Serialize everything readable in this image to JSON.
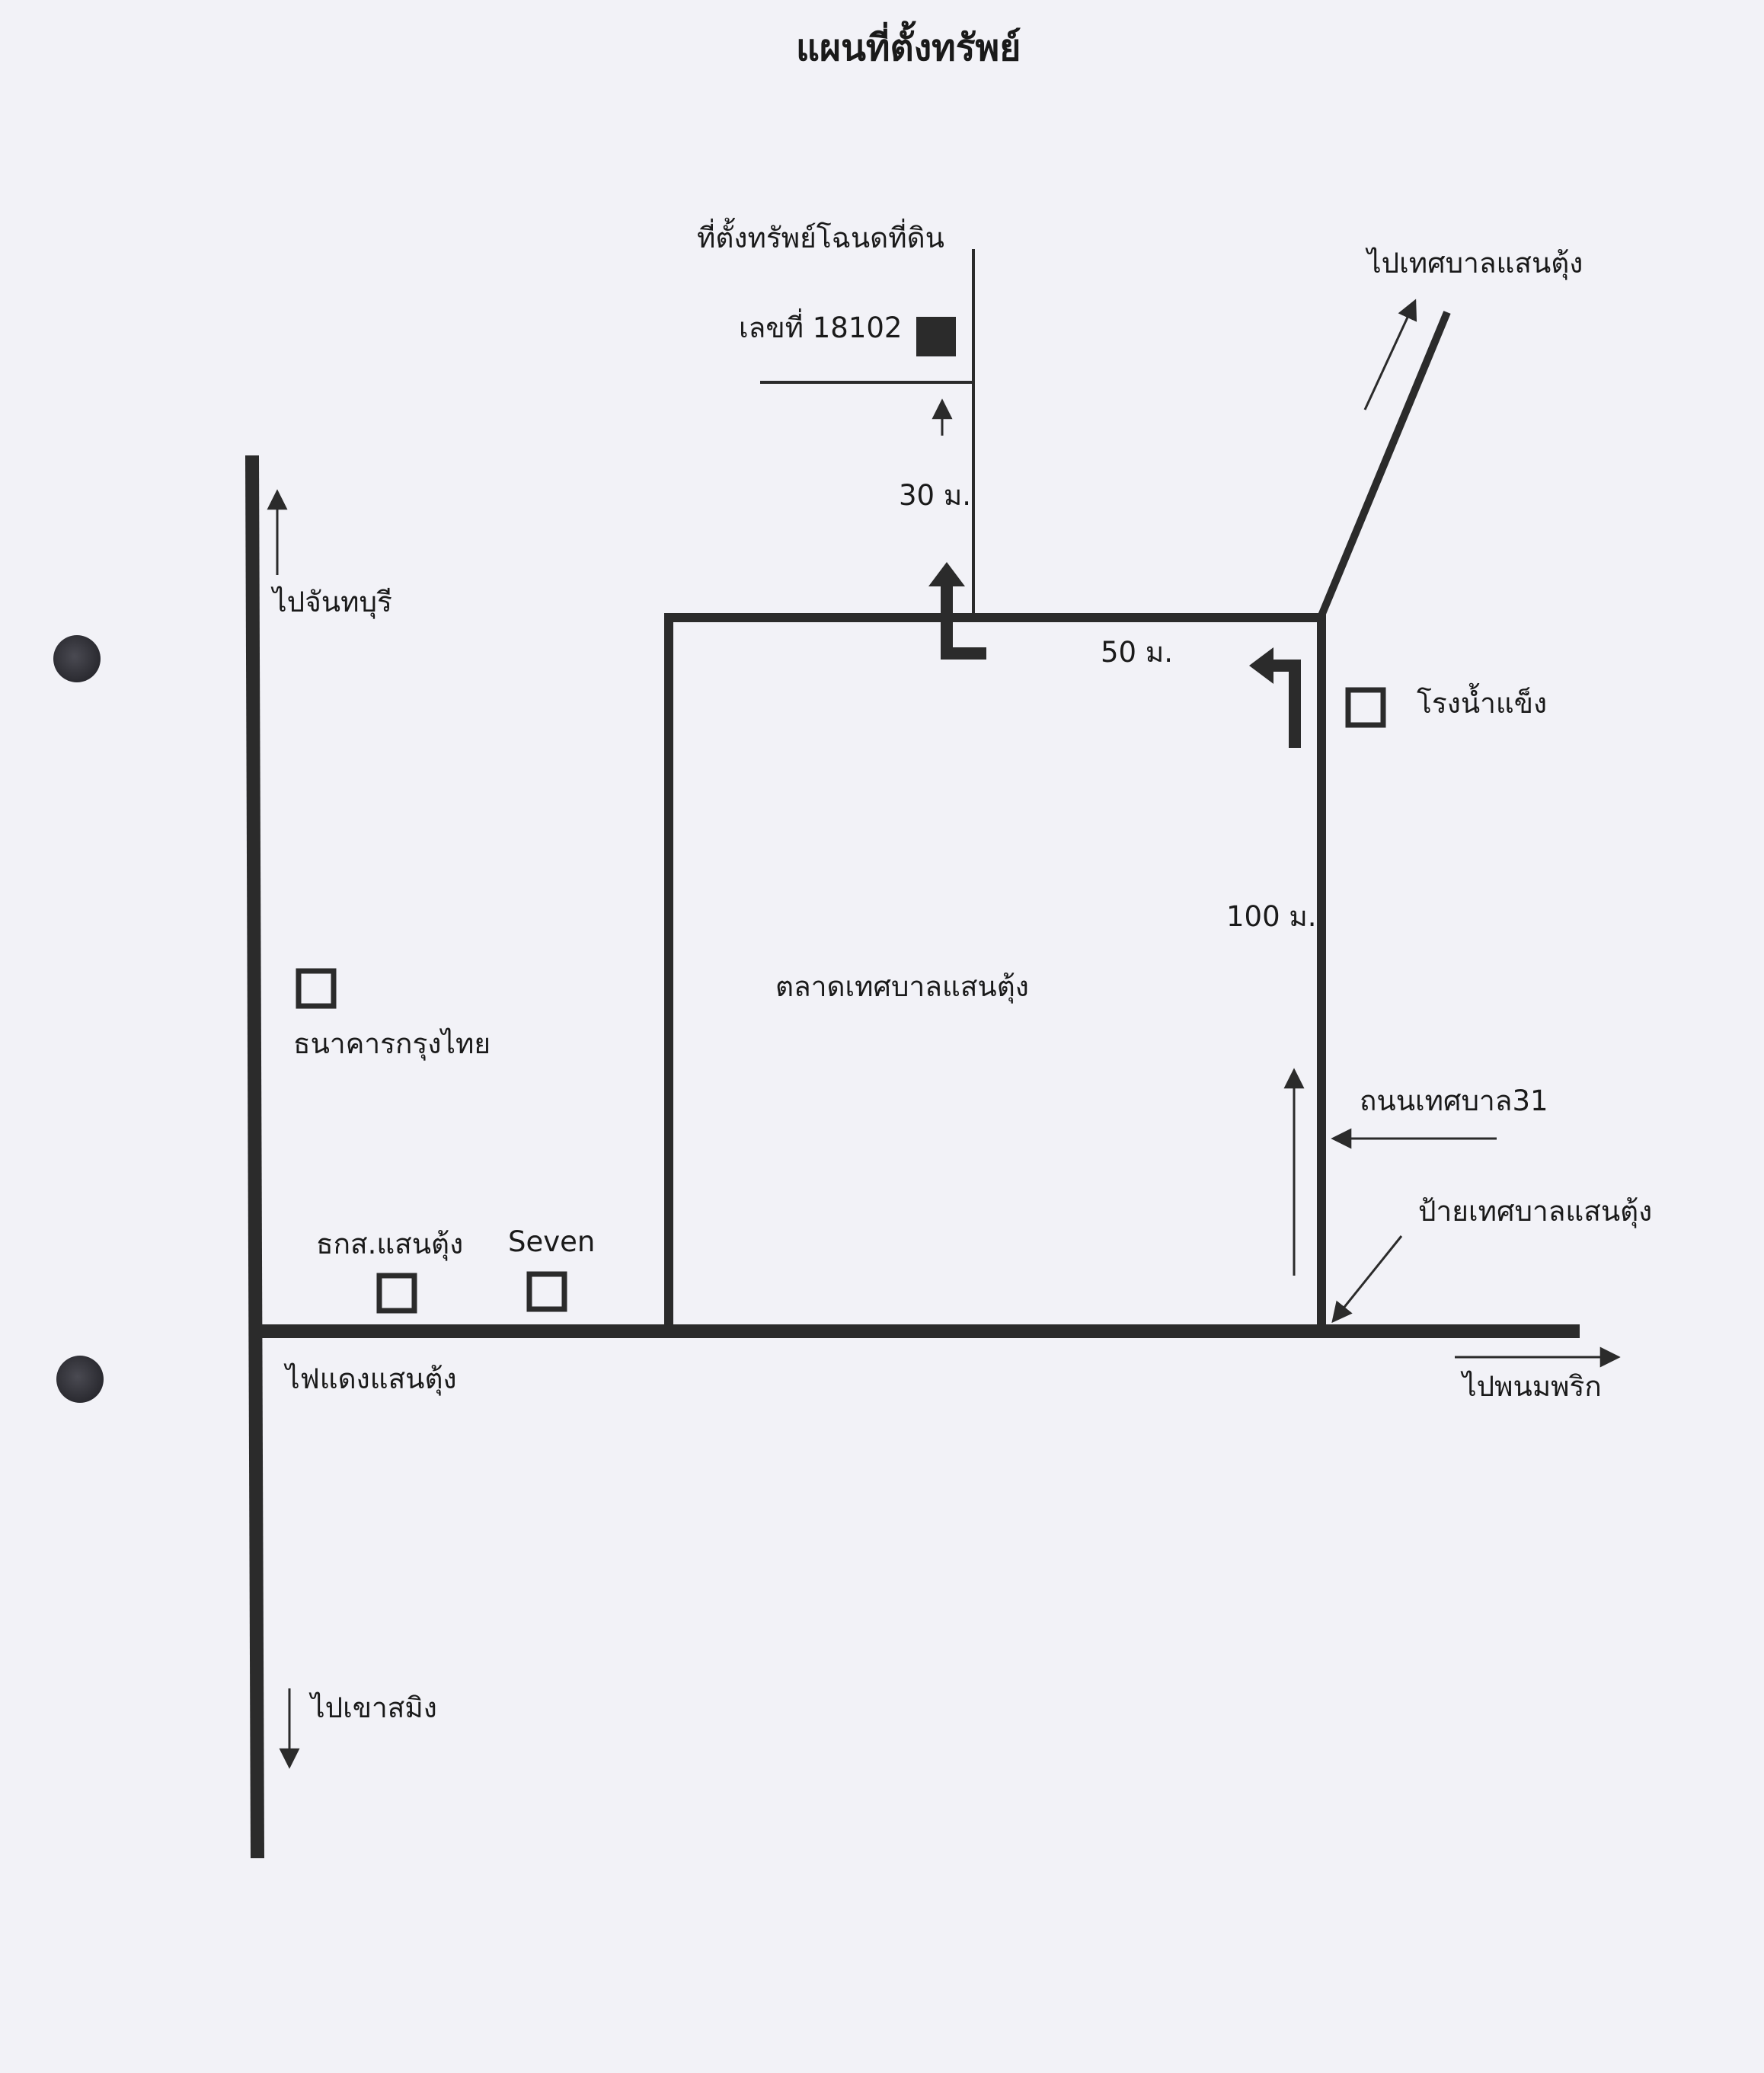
{
  "title": "แผนที่ตั้งทรัพย์",
  "property": {
    "label_line1": "ที่ตั้งทรัพย์โฉนดที่ดิน",
    "label_line2": "เลขที่ 18102"
  },
  "distances": {
    "d30": "30 ม.",
    "d50": "50 ม.",
    "d100": "100 ม."
  },
  "directions": {
    "to_chanthaburi": "ไปจันทบุรี",
    "to_khao_saming": "ไปเขาสมิง",
    "to_phanom_phrik": "ไปพนมพริก",
    "to_saen_tung_municipality": "ไปเทศบาลแสนตุ้ง"
  },
  "landmarks": {
    "market": "ตลาดเทศบาลแสนตุ้ง",
    "ice_factory": "โรงน้ำแข็ง",
    "krungthai_bank": "ธนาคารกรุงไทย",
    "baac_bank": "ธกส.แสนตุ้ง",
    "seven": "Seven",
    "traffic_light": "ไฟแดงแสนตุ้ง",
    "road_name": "ถนนเทศบาล31",
    "municipality_sign": "ป้ายเทศบาลแสนตุ้ง"
  },
  "colors": {
    "paper": "#f2f2f7",
    "ink": "#2b2b2b"
  }
}
